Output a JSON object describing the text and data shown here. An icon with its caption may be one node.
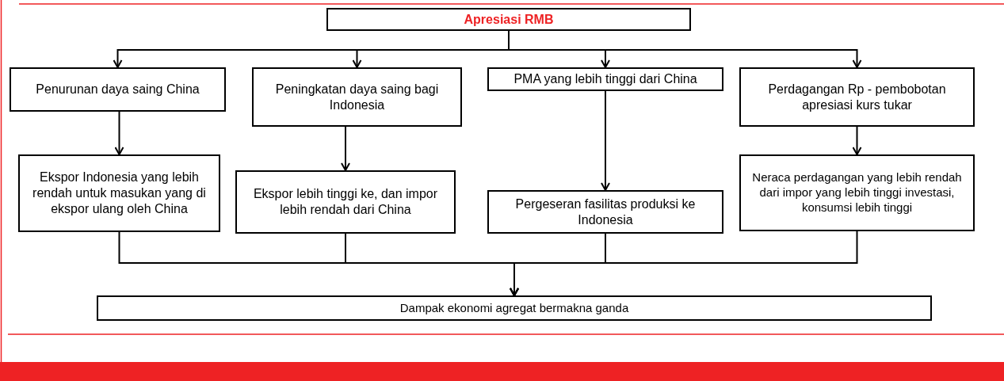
{
  "diagram": {
    "nodes": [
      {
        "text": [
          "Apresiasi RMB"
        ]
      },
      {
        "text": [
          "Penurunan daya saing China"
        ]
      },
      {
        "text": [
          "Peningkatan daya saing bagi Indonesia"
        ]
      },
      {
        "text": [
          "PMA yang lebih tinggi dari China"
        ]
      },
      {
        "text": [
          "Perdagangan Rp - pembobotan apresiasi kurs tukar"
        ]
      },
      {
        "text": [
          "Ekspor Indonesia yang lebih rendah untuk masukan yang di ekspor ulang oleh China"
        ]
      },
      {
        "text": [
          "Ekspor lebih tinggi ke, dan impor lebih rendah dari China"
        ]
      },
      {
        "text": [
          "Pergeseran fasilitas produksi ke Indonesia"
        ]
      },
      {
        "text": [
          "Neraca perdagangan yang lebih rendah dari impor yang lebih tinggi investasi, konsumsi lebih tinggi"
        ]
      },
      {
        "text": [
          "Dampak ekonomi agregat bermakna ganda"
        ]
      }
    ],
    "edges": [
      {
        "from": 0,
        "to": 1,
        "arrow": "to"
      },
      {
        "from": 0,
        "to": 2,
        "arrow": "to"
      },
      {
        "from": 0,
        "to": 3,
        "arrow": "to"
      },
      {
        "from": 0,
        "to": 4,
        "arrow": "to"
      },
      {
        "from": 1,
        "to": 5,
        "arrow": "to"
      },
      {
        "from": 2,
        "to": 6,
        "arrow": "to"
      },
      {
        "from": 3,
        "to": 7,
        "arrow": "to"
      },
      {
        "from": 4,
        "to": 8,
        "arrow": "to"
      },
      {
        "from": 5,
        "to": 9,
        "arrow": "to"
      },
      {
        "from": 6,
        "to": 9,
        "arrow": "to"
      },
      {
        "from": 7,
        "to": 9,
        "arrow": "to"
      },
      {
        "from": 8,
        "to": 9,
        "arrow": "to"
      }
    ]
  }
}
